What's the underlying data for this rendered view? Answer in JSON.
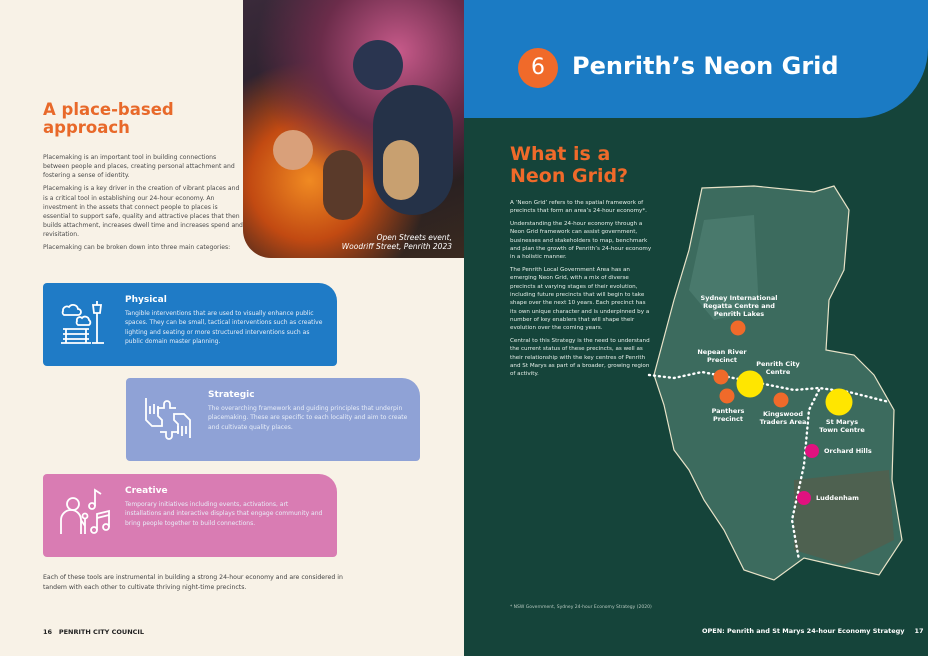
{
  "left_page": {
    "heading": "A place-based approach",
    "paragraphs": [
      "Placemaking is an important tool in building connections between people and places, creating personal attachment and fostering a sense of identity.",
      "Placemaking is a key driver in the creation of vibrant places and is a critical tool in establishing our 24-hour economy. An investment in the assets that connect people to places is essential to support safe, quality and attractive places that then builds attachment, increases dwell time and increases spend and revisitation.",
      "Placemaking can be broken down into three main categories:"
    ],
    "photo_caption_1": "Open Streets event,",
    "photo_caption_2": "Woodriff Street, Penrith 2023",
    "cards": [
      {
        "title": "Physical",
        "text": "Tangible interventions that are used to visually enhance public spaces. They can be small, tactical interventions such as creative lighting and seating or more structured interventions such as public domain master planning.",
        "color": "#1f7bc6",
        "icon": "bench-lamp-icon"
      },
      {
        "title": "Strategic",
        "text": "The overarching framework and guiding principles that underpin placemaking. These are specific to each locality and aim to create and cultivate quality places.",
        "color": "#8fa2d6",
        "icon": "puzzle-hands-icon"
      },
      {
        "title": "Creative",
        "text": "Temporary initiatives including events, activations, art installations and interactive displays that engage community and bring people together to build connections.",
        "color": "#d97cb3",
        "icon": "singer-music-icon"
      }
    ],
    "closing": "Each of these tools are instrumental in building a strong 24-hour economy and are considered in tandem with each other to cultivate thriving night-time precincts.",
    "page_number": "16",
    "footer": "PENRITH CITY COUNCIL"
  },
  "right_page": {
    "section_number": "6",
    "section_title": "Penrith’s Neon Grid",
    "heading_1": "What is a",
    "heading_2": "Neon Grid?",
    "paragraphs": [
      "A ‘Neon Grid’ refers to the spatial framework of precincts that form an area’s 24-hour economy*.",
      "Understanding the 24-hour economy through a Neon Grid framework can assist government, businesses and stakeholders to map, benchmark and plan the growth of Penrith’s 24-hour economy in a holistic manner.",
      "The Penrith Local Government Area has an emerging Neon Grid, with a mix of diverse precincts at varying stages of their evolution, including future precincts that will begin to take shape over the next 10 years. Each precinct has its own unique character and is underpinned by a number of key enablers that will shape their evolution over the coming years.",
      "Central to this Strategy is the need to understand the current status of these precincts, as well as their relationship with the key centres of Penrith and St Marys as part of a broader, growing region of activity."
    ],
    "map_labels": {
      "regatta_1": "Sydney International",
      "regatta_2": "Regatta Centre and",
      "regatta_3": "Penrith Lakes",
      "nepean_1": "Nepean River",
      "nepean_2": "Precinct",
      "city_1": "Penrith City",
      "city_2": "Centre",
      "panthers_1": "Panthers",
      "panthers_2": "Precinct",
      "kingswood_1": "Kingswood",
      "kingswood_2": "Traders Area",
      "stmarys_1": "St Marys",
      "stmarys_2": "Town Centre",
      "orchard": "Orchard Hills",
      "luddenham": "Luddenham"
    },
    "colors": {
      "major_centre": "#ffe600",
      "precinct": "#f06a2a",
      "future": "#e0117f"
    },
    "footnote": "* NSW Government, Sydney 24-hour Economy Strategy (2020)",
    "footer": "OPEN: Penrith and St Marys 24-hour Economy Strategy",
    "page_number": "17"
  }
}
